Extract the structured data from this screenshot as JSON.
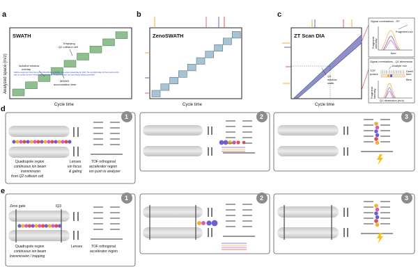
{
  "panel_letters": {
    "a": "a",
    "b": "b",
    "c": "c",
    "d": "d",
    "e": "e"
  },
  "shared": {
    "y_axis_label": "Analyzed space (m/z)",
    "x_axis_label": "Cycle time"
  },
  "panel_a": {
    "title": "SWATH",
    "annotations": {
      "emptying_1": "Emptying",
      "emptying_2": "Q2 collision cell",
      "isolation_1": "Isolation window",
      "isolation_2": "overlap",
      "msms_1": "MS/MS",
      "msms_2": "accumulation time"
    },
    "watermark_1": "bioRxiv preprint doi: https://doi.org/10.1101/2023.05.16.540997; this version posted May 22, 2023. The copyright holder for this preprint (which",
    "watermark_2": "was not certified by peer review) is the author/funder. All rights reserved. No reuse allowed without permission."
  },
  "panel_b": {
    "title": "ZenoSWATH"
  },
  "panel_c": {
    "title": "ZT Scan DIA",
    "window_label_1": "Q1",
    "window_label_2": "window",
    "window_label_3": "width",
    "inset1": {
      "title": "Signal correlations - RT",
      "ylabel_1": "Fragment",
      "ylabel_2": "intensity",
      "xlabel": "time",
      "legend": "Fragment m/z"
    },
    "inset2": {
      "title": "Signal correlations - Q1 dimension",
      "analyte": "Analyte m/z",
      "tof_1": "TOF",
      "tof_2": "pulses",
      "dwell_1": "Dwell",
      "dwell_2": "time",
      "bins": "Bins",
      "ylabel_1": "Fragment",
      "ylabel_2": "intensity",
      "xlabel": "Q1 dimension (m/z)"
    }
  },
  "panel_d": {
    "steps": [
      "1",
      "2",
      "3"
    ],
    "quad_1": "Quadrupole region",
    "quad_2": "continuous ion beam",
    "quad_3": "transmission",
    "quad_4": "from Q2 collision cell",
    "lenses_1": "Lenses",
    "lenses_2": "ion focus",
    "lenses_3": "& gating",
    "tof_1": "TOF orthogonal",
    "tof_2": "accelerator region",
    "tof_3": "ion push to analyzer"
  },
  "panel_e": {
    "steps": [
      "1",
      "2",
      "3"
    ],
    "zeno_gate": "Zeno gate",
    "iq3": "IQ3",
    "quad_1": "Quadrupole region",
    "quad_2": "continuous ion beam",
    "quad_3": "transmission / trapping",
    "lenses": "Lenses",
    "tof_1": "TOF orthogonal",
    "tof_2": "accelerator region"
  },
  "colors": {
    "swath_window": "#8fbf8f",
    "zeno_window": "#a6c4d6",
    "ztscan_band": "#8f8fc9",
    "ion_purple": "#6b5fd1",
    "ion_orange": "#f0b030",
    "ion_pink": "#d85cb5",
    "ion_red": "#e05050",
    "step_circle": "#8c8c8c"
  }
}
